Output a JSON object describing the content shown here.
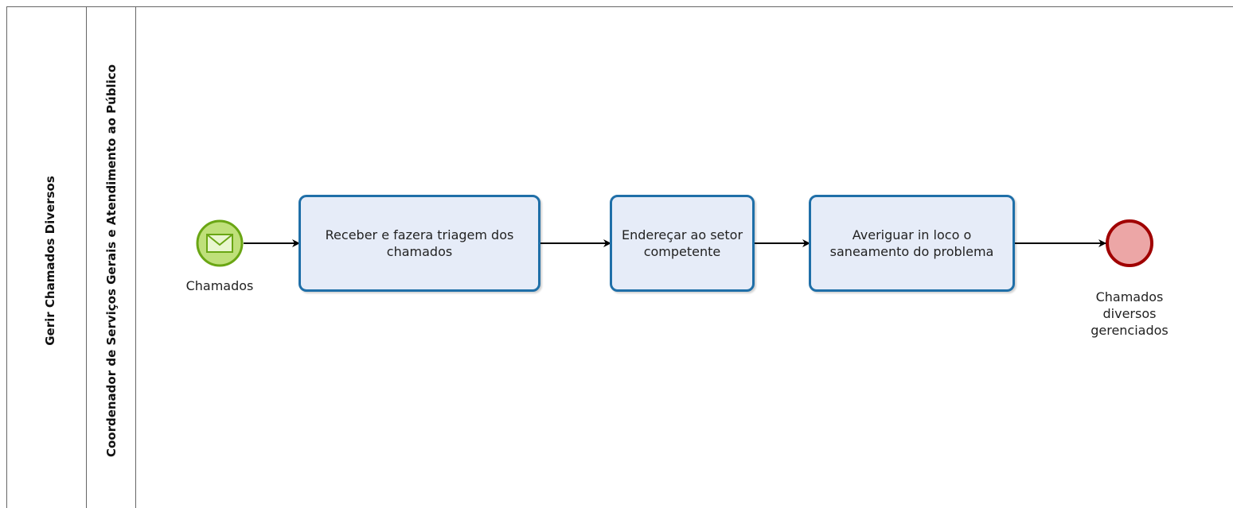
{
  "pool": {
    "label": "Gerir Chamados Diversos"
  },
  "lane": {
    "label": "Coordenador de Serviços Gerais e Atendimento ao Público"
  },
  "start_event": {
    "label": "Chamados",
    "icon": "envelope-icon",
    "fill": "#bfe07a",
    "stroke": "#6aa614"
  },
  "tasks": [
    {
      "label": "Receber e fazera triagem dos chamados"
    },
    {
      "label": "Endereçar ao setor competente"
    },
    {
      "label": "Averiguar in loco o saneamento do problema"
    }
  ],
  "end_event": {
    "label": "Chamados diversos gerenciados",
    "fill": "#eca6a6",
    "stroke": "#a00000"
  },
  "colors": {
    "task_border": "#1f6fa8",
    "task_fill": "#e6ecf8",
    "flow": "#000000"
  }
}
